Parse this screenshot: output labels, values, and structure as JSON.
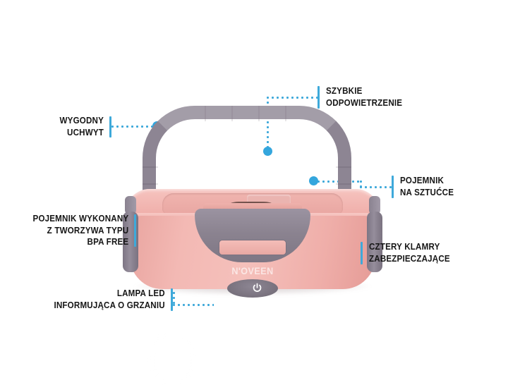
{
  "product": {
    "brand_label": "N'OVEEN",
    "colors": {
      "body_pink": "#f2b3ae",
      "handle_grey": "#8d8593",
      "accent_blue": "#3ea9da",
      "background": "#ffffff"
    },
    "power_button_icon": "power-icon"
  },
  "callouts": [
    {
      "id": "handle",
      "side": "left",
      "lines": "WYGODNY\nUCHWYT"
    },
    {
      "id": "vent",
      "side": "right",
      "lines": "SZYBKIE\nODPOWIETRZENIE"
    },
    {
      "id": "cutlery",
      "side": "right",
      "lines": "POJEMNIK\nNA SZTUĆCE"
    },
    {
      "id": "material",
      "side": "left",
      "lines": "POJEMNIK WYKONANY\nZ TWORZYWA TYPU\nBPA FREE"
    },
    {
      "id": "clasps",
      "side": "right",
      "lines": "CZTERY KLAMRY\nZABEZPIECZAJĄCE"
    },
    {
      "id": "led",
      "side": "left",
      "lines": "LAMPA LED\nINFORMUJĄCA O GRZANIU"
    }
  ]
}
